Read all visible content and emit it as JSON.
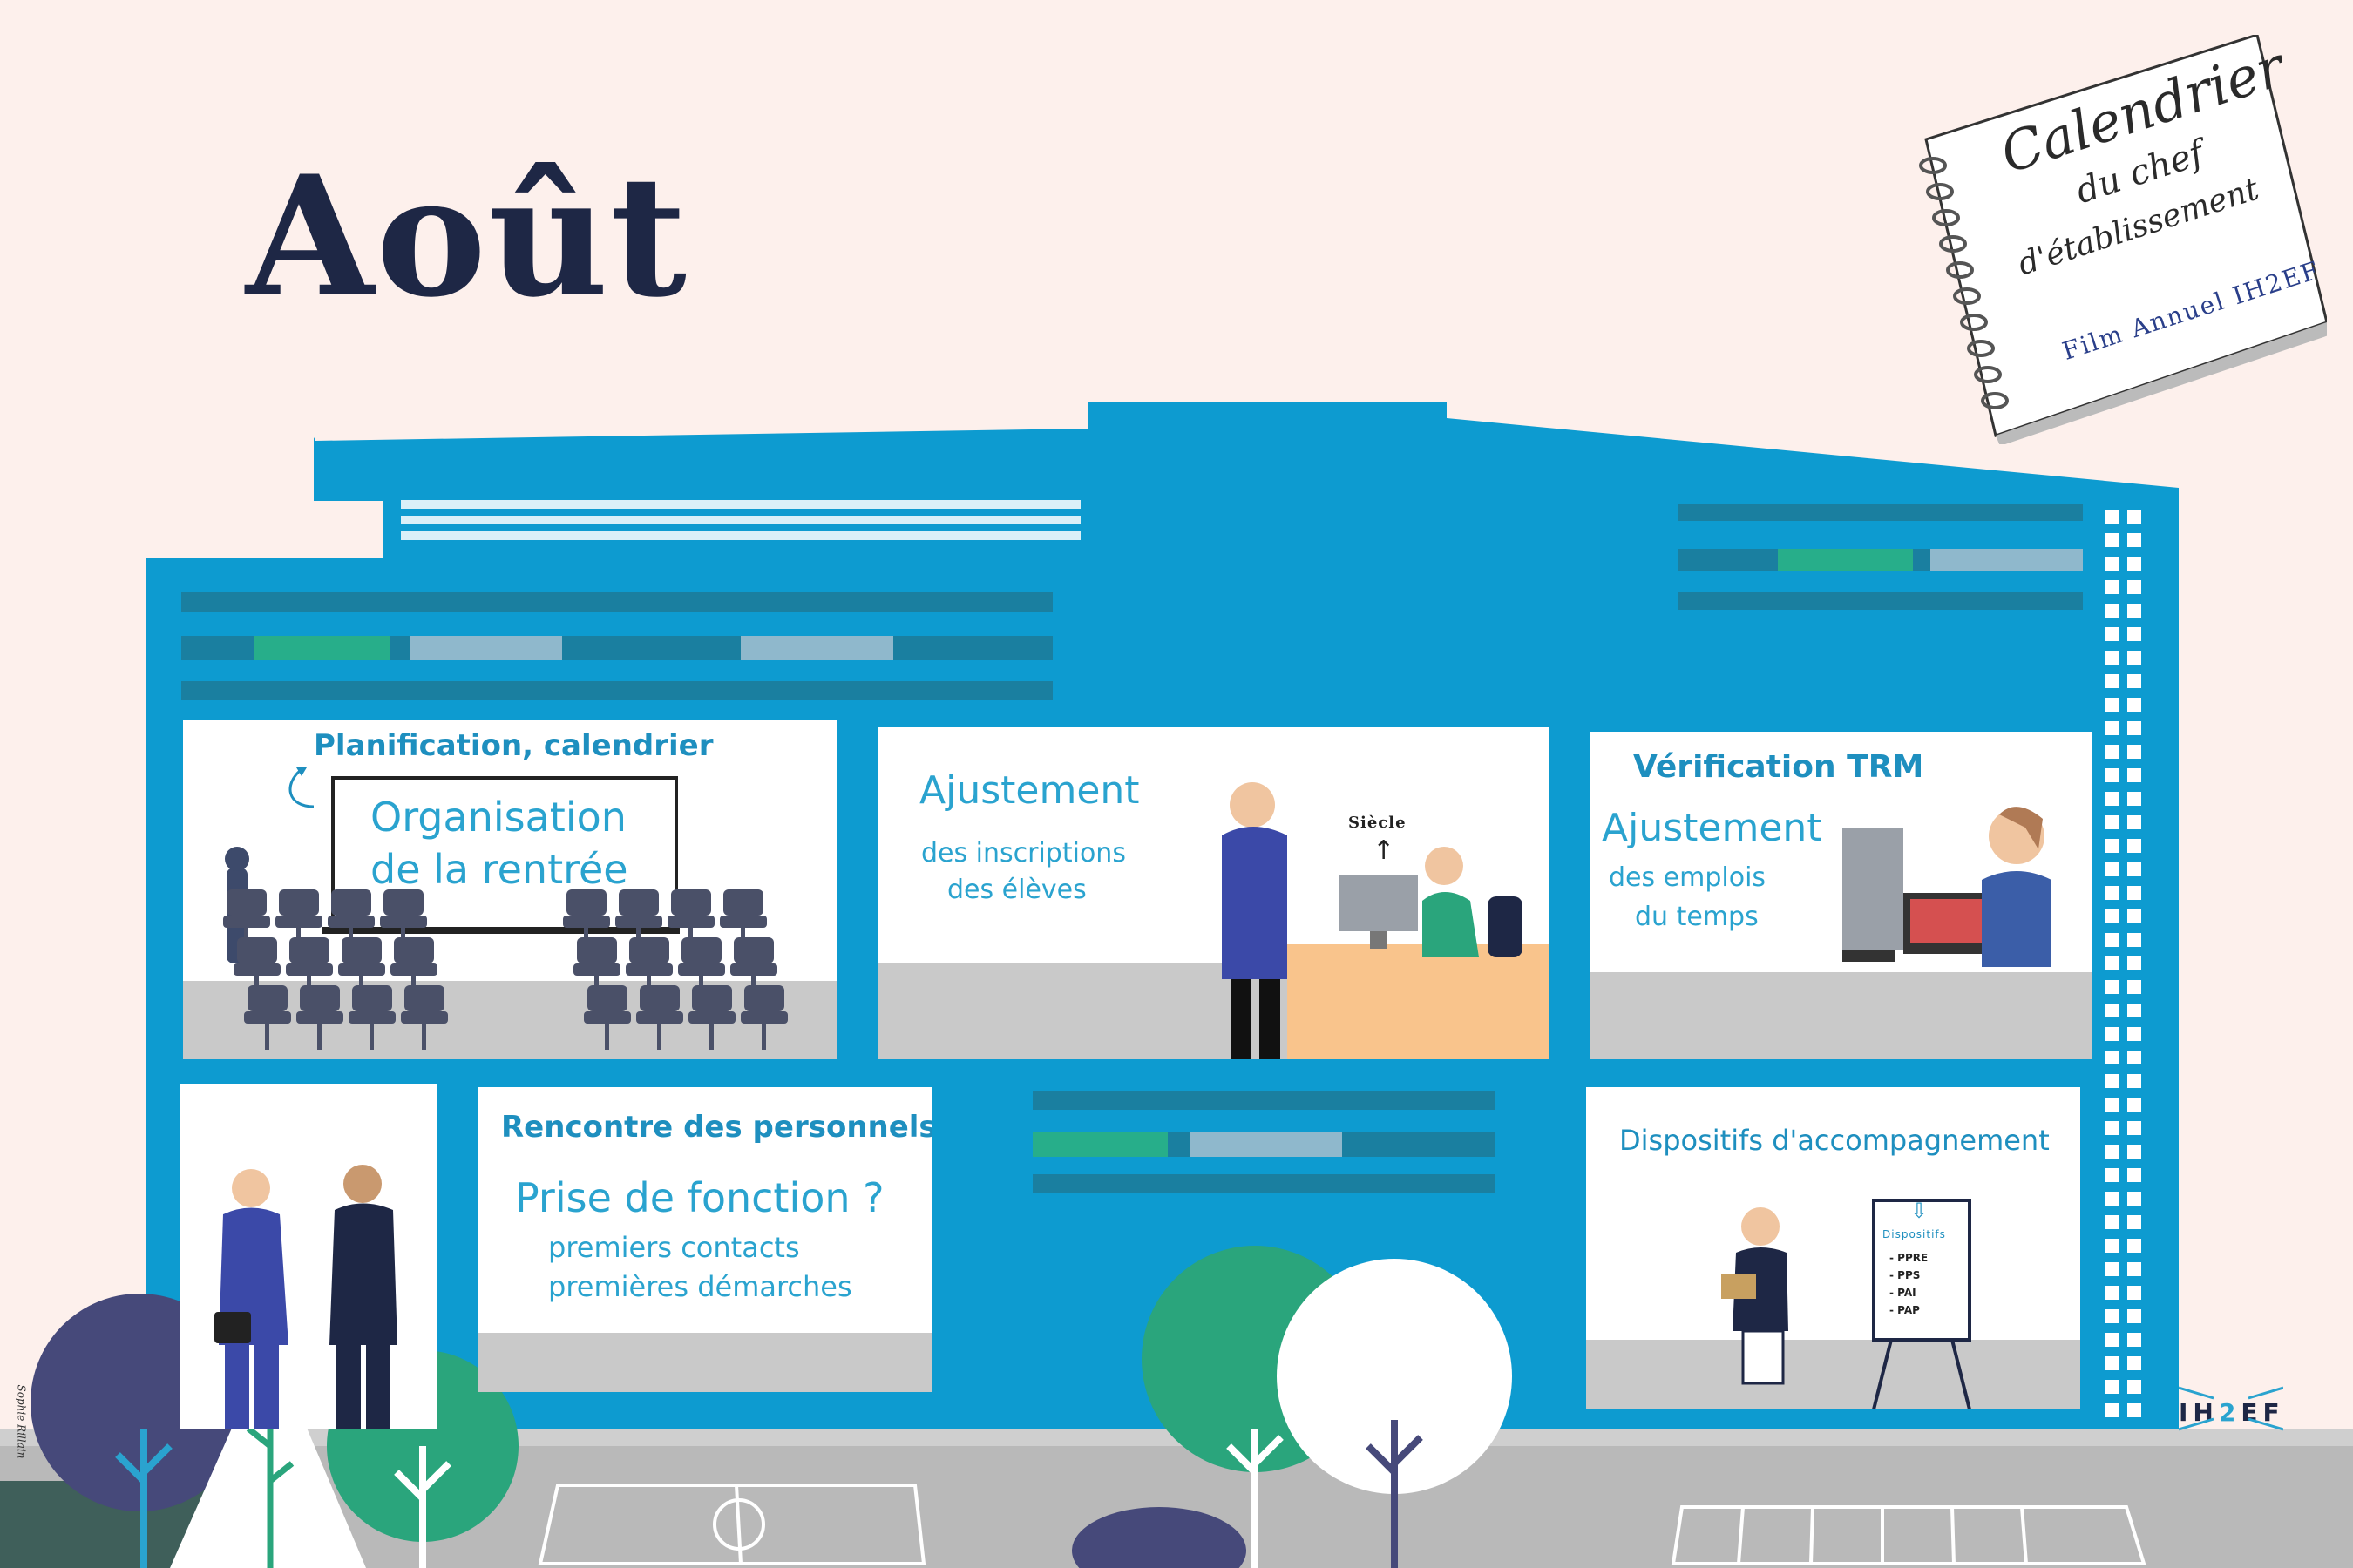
{
  "title": "Août",
  "credit": "Sophie Rillain",
  "notebook": {
    "line1": "Calendrier",
    "line2": "du chef",
    "line3": "d'établissement",
    "subtitle": "Film Annuel IH2EF"
  },
  "rooms": {
    "planning": {
      "header": "Planification, calendrier",
      "screen_line1": "Organisation",
      "screen_line2": "de la rentrée"
    },
    "inscriptions": {
      "title": "Ajustement",
      "line1": "des inscriptions",
      "line2": "des élèves",
      "sign": "Siècle"
    },
    "timetable": {
      "header": "Vérification TRM",
      "title": "Ajustement",
      "line1": "des emplois",
      "line2": "du temps"
    },
    "staff": {
      "header": "Rencontre des personnels",
      "title": "Prise de fonction ?",
      "line1": "premiers contacts",
      "line2": "premières démarches"
    },
    "support": {
      "header": "Dispositifs d'accompagnement",
      "board_title": "Dispositifs",
      "items": [
        "PPRE",
        "PPS",
        "PAI",
        "PAP"
      ]
    }
  },
  "logo": {
    "left": "IH",
    "middle": "2",
    "right": "EF"
  },
  "colors": {
    "building": "#0d9bd0",
    "background": "#fdf0ec",
    "title": "#1e2745",
    "label": "#1e8fbf",
    "window_teal": "#1a7fa0",
    "window_green": "#27ae8a",
    "window_light": "#8fb8cc",
    "tree_navy": "#46497a",
    "tree_green": "#2aa57c",
    "ground": "#b9b9b9"
  }
}
